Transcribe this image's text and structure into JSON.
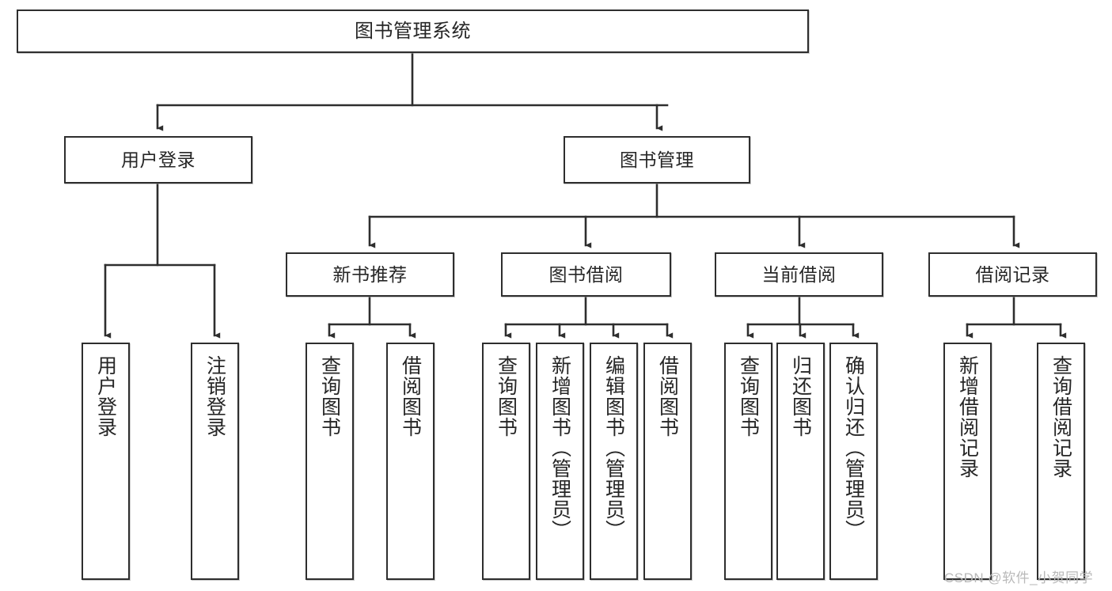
{
  "diagram": {
    "title": "图书管理系统",
    "type": "tree",
    "watermark": "CSDN @软件_小贺同学",
    "colors": {
      "box_border": "#2e2e2e",
      "box_fill": "#ffffff",
      "text": "#262626",
      "connector": "#2e2e2e",
      "watermark": "#b9b9b9"
    },
    "nodes": {
      "root": {
        "label": "图书管理系统"
      },
      "level2": [
        {
          "id": "user-login",
          "label": "用户登录"
        },
        {
          "id": "book-management",
          "label": "图书管理"
        }
      ],
      "level3": [
        {
          "id": "new-book-recommend",
          "label": "新书推荐"
        },
        {
          "id": "book-borrow",
          "label": "图书借阅"
        },
        {
          "id": "current-borrow",
          "label": "当前借阅"
        },
        {
          "id": "borrow-record",
          "label": "借阅记录"
        }
      ],
      "leaves": {
        "user-login": [
          {
            "id": "leaf-user-login",
            "label": "用户登录"
          },
          {
            "id": "leaf-logout",
            "label": "注销登录"
          }
        ],
        "new-book-recommend": [
          {
            "id": "leaf-query-book-1",
            "label": "查询图书"
          },
          {
            "id": "leaf-borrow-book-1",
            "label": "借阅图书"
          }
        ],
        "book-borrow": [
          {
            "id": "leaf-query-book-2",
            "label": "查询图书"
          },
          {
            "id": "leaf-add-book",
            "label": "新增图书（管理员）"
          },
          {
            "id": "leaf-edit-book",
            "label": "编辑图书（管理员）"
          },
          {
            "id": "leaf-borrow-book-2",
            "label": "借阅图书"
          }
        ],
        "current-borrow": [
          {
            "id": "leaf-query-book-3",
            "label": "查询图书"
          },
          {
            "id": "leaf-return-book",
            "label": "归还图书"
          },
          {
            "id": "leaf-confirm-return",
            "label": "确认归还（管理员）"
          }
        ],
        "borrow-record": [
          {
            "id": "leaf-add-record",
            "label": "新增借阅记录"
          },
          {
            "id": "leaf-query-record",
            "label": "查询借阅记录"
          }
        ]
      }
    }
  }
}
